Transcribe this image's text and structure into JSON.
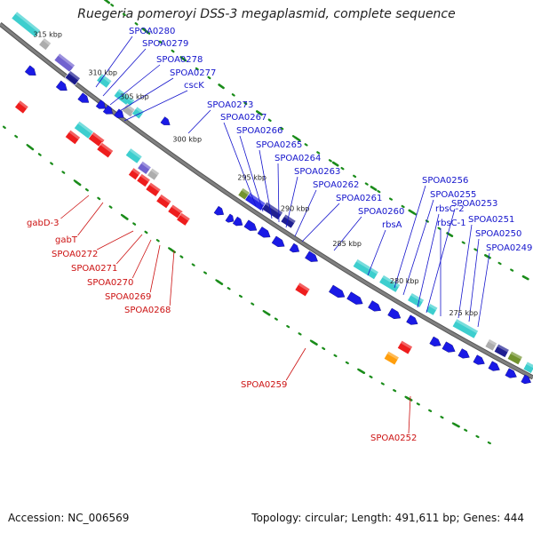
{
  "title": "Ruegeria pomeroyi DSS-3 megaplasmid, complete sequence",
  "footer": {
    "accession": "Accession: NC_006569",
    "topology": "Topology: circular; Length: 491,611 bp; Genes: 444"
  },
  "colors": {
    "blue_gene": "#1a1ae6",
    "cyan_gene": "#33cccc",
    "red_gene": "#ee1111",
    "orange_gene": "#ff9900",
    "navy_gene": "#14148c",
    "purple_gene": "#6a5acd",
    "gray_gene": "#a9a9a9",
    "olive_gene": "#6b8e23",
    "blue_label": "#1414cc",
    "red_label": "#cc1111",
    "backbone": "#808080",
    "gc_ticks": "#1a8c1a"
  },
  "kbp_ticks": [
    "315 kbp",
    "310 kbp",
    "305 kbp",
    "300 kbp",
    "295 kbp",
    "290 kbp",
    "285 kbp",
    "280 kbp",
    "275 kbp"
  ],
  "blue_labels": [
    "SPOA0280",
    "SPOA0279",
    "SPOA0278",
    "SPOA0277",
    "cscK",
    "SPOA0273",
    "SPOA0267",
    "SPOA0266",
    "SPOA0265",
    "SPOA0264",
    "SPOA0263",
    "SPOA0262",
    "SPOA0261",
    "SPOA0260",
    "rbsA",
    "SPOA0256",
    "SPOA0255",
    "rbsC-2",
    "SPOA0253",
    "rbsC-1",
    "SPOA0251",
    "SPOA0250",
    "SPOA0249"
  ],
  "red_labels": [
    "gabD-3",
    "gabT",
    "SPOA0272",
    "SPOA0271",
    "SPOA0270",
    "SPOA0269",
    "SPOA0268",
    "SPOA0259",
    "SPOA0252"
  ]
}
